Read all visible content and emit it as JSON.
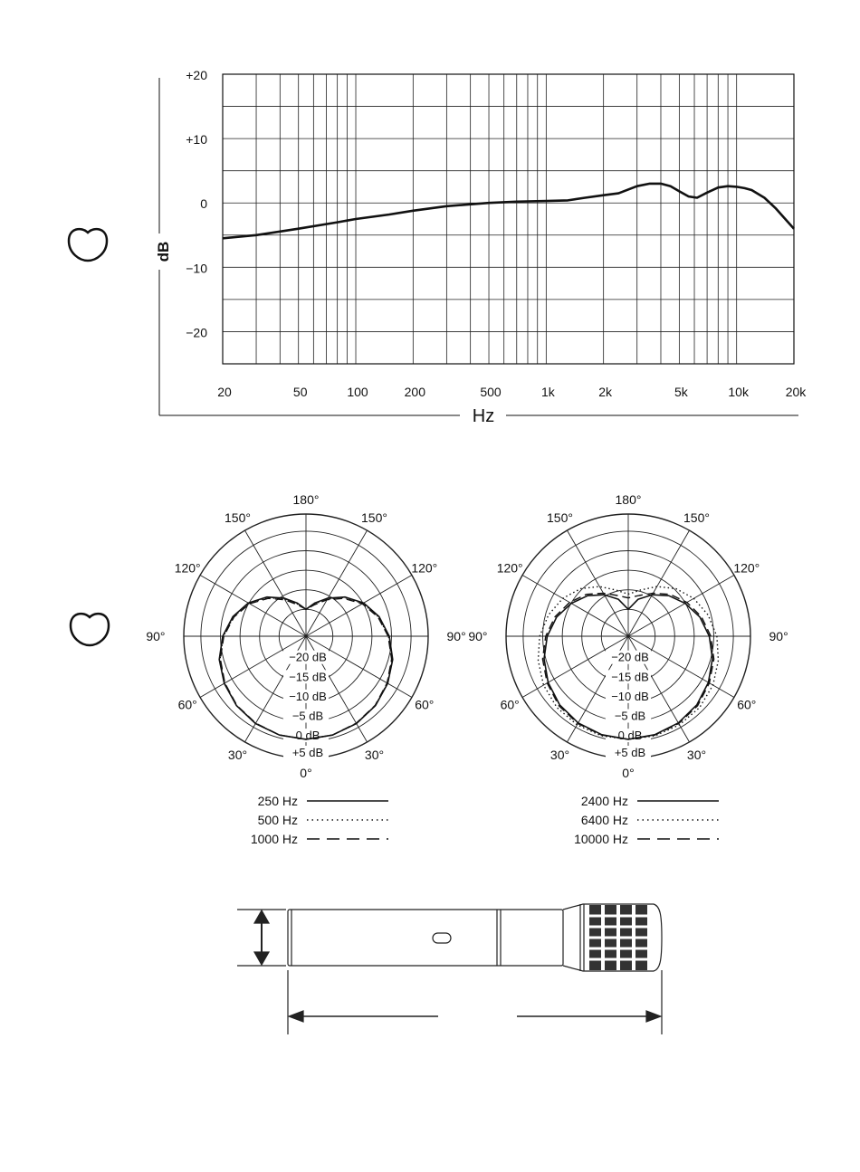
{
  "chart_data": [
    {
      "type": "line",
      "title": "",
      "xlabel": "Hz",
      "ylabel": "dB",
      "x_scale": "log",
      "xlim": [
        20,
        20000
      ],
      "ylim": [
        -25,
        20
      ],
      "x_ticks": [
        "20",
        "50",
        "100",
        "200",
        "500",
        "1k",
        "2k",
        "5k",
        "10k",
        "20k"
      ],
      "y_ticks": [
        "+20",
        "+10",
        "0",
        "−10",
        "−20"
      ],
      "grid": true,
      "series": [
        {
          "x": [
            20,
            30,
            50,
            80,
            100,
            150,
            200,
            300,
            500,
            700,
            1000,
            1300,
            1600,
            2000,
            2400,
            3000,
            3500,
            4000,
            4500,
            5000,
            5600,
            6200,
            7000,
            8000,
            9000,
            10000,
            11000,
            12000,
            14000,
            16000,
            18000,
            20000
          ],
          "values": [
            -5.5,
            -5,
            -4,
            -3,
            -2.5,
            -1.8,
            -1.2,
            -0.5,
            0,
            0.2,
            0.3,
            0.4,
            0.8,
            1.2,
            1.5,
            2.6,
            3,
            3,
            2.6,
            1.8,
            1,
            0.8,
            1.6,
            2.4,
            2.6,
            2.5,
            2.3,
            2,
            0.8,
            -0.8,
            -2.5,
            -4
          ]
        }
      ]
    },
    {
      "type": "polar",
      "angle_ticks": [
        "0°",
        "30°",
        "60°",
        "90°",
        "120°",
        "150°",
        "180°",
        "150°",
        "120°",
        "90°",
        "60°",
        "30°"
      ],
      "radial_ticks": [
        "−20 dB",
        "−15 dB",
        "−10 dB",
        "−5 dB",
        "0 dB",
        "+5 dB"
      ],
      "series": [
        {
          "name": "250 Hz",
          "style": "solid",
          "angles": [
            0,
            15,
            30,
            45,
            60,
            75,
            90,
            105,
            120,
            135,
            150,
            165,
            180
          ],
          "values": [
            0,
            -0.2,
            -0.6,
            -1.3,
            -2.3,
            -3.5,
            -5.2,
            -7.2,
            -9.6,
            -12.5,
            -15.5,
            -18,
            -20
          ]
        },
        {
          "name": "500 Hz",
          "style": "dotted",
          "angles": [
            0,
            15,
            30,
            45,
            60,
            75,
            90,
            105,
            120,
            135,
            150,
            165,
            180
          ],
          "values": [
            0,
            -0.2,
            -0.6,
            -1.3,
            -2.4,
            -3.7,
            -5.4,
            -7.4,
            -9.8,
            -12.7,
            -15.8,
            -18.3,
            -20
          ]
        },
        {
          "name": "1000 Hz",
          "style": "dashed",
          "angles": [
            0,
            15,
            30,
            45,
            60,
            75,
            90,
            105,
            120,
            135,
            150,
            165,
            180
          ],
          "values": [
            0,
            -0.2,
            -0.7,
            -1.4,
            -2.5,
            -3.8,
            -5.5,
            -7.5,
            -10,
            -13,
            -16,
            -18.5,
            -20
          ]
        }
      ]
    },
    {
      "type": "polar",
      "angle_ticks": [
        "0°",
        "30°",
        "60°",
        "90°",
        "120°",
        "150°",
        "180°",
        "150°",
        "120°",
        "90°",
        "60°",
        "30°"
      ],
      "radial_ticks": [
        "−20 dB",
        "−15 dB",
        "−10 dB",
        "−5 dB",
        "0 dB",
        "+5 dB"
      ],
      "series": [
        {
          "name": "2400 Hz",
          "style": "solid",
          "angles": [
            0,
            15,
            30,
            45,
            60,
            75,
            90,
            105,
            120,
            135,
            150,
            165,
            180
          ],
          "values": [
            0,
            -0.3,
            -0.8,
            -1.6,
            -2.8,
            -4.2,
            -5.8,
            -7.6,
            -9.8,
            -12,
            -14.5,
            -17,
            -20
          ]
        },
        {
          "name": "6400 Hz",
          "style": "dotted",
          "angles": [
            0,
            15,
            30,
            45,
            60,
            75,
            90,
            105,
            120,
            135,
            150,
            165,
            180
          ],
          "values": [
            0,
            0,
            -0.2,
            -0.6,
            -1.4,
            -2.6,
            -3.8,
            -5.4,
            -7.2,
            -9.4,
            -12,
            -14.5,
            -16
          ]
        },
        {
          "name": "10000 Hz",
          "style": "dashed",
          "angles": [
            0,
            15,
            30,
            45,
            60,
            75,
            90,
            105,
            120,
            135,
            150,
            165,
            180
          ],
          "values": [
            0,
            -0.2,
            -0.6,
            -1.3,
            -2.5,
            -3.8,
            -5.4,
            -7.2,
            -9.3,
            -11.5,
            -14,
            -16,
            -17
          ]
        }
      ]
    }
  ],
  "icons": {
    "pattern_icon": "cardioid-icon",
    "mic_drawing": "microphone-outline-icon"
  }
}
